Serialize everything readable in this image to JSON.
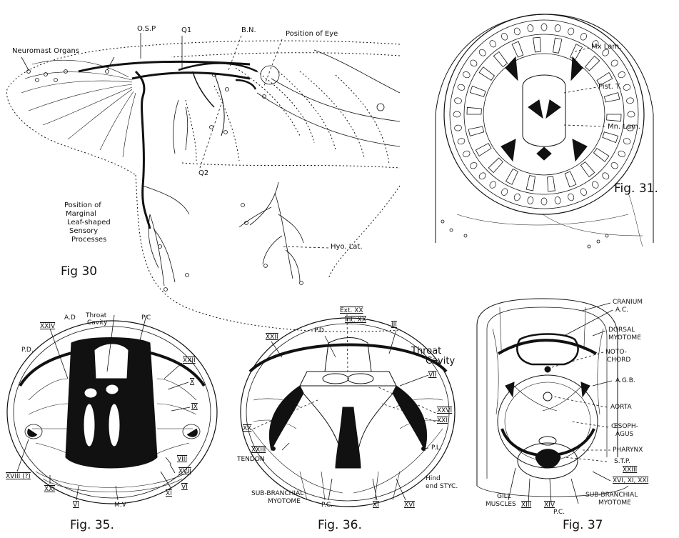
{
  "figures": {
    "fig30": {
      "caption": "Fig 30",
      "labels": {
        "neuromast": "Neuromast Organs",
        "osp": "O.S.P",
        "q1": "Q1",
        "bn": "B.N.",
        "eye": "Position of Eye",
        "q2": "Q2",
        "marginal_1": "Position of",
        "marginal_2": "Marginal",
        "marginal_3": "Leaf-shaped",
        "marginal_4": "Sensory",
        "marginal_5": "Processes",
        "hyo": "Hyo. Lat."
      }
    },
    "fig31": {
      "caption": "Fig. 31.",
      "labels": {
        "mx": "Mx Lam.",
        "pist": "Pist. T.",
        "mn": "Mn. Lam."
      }
    },
    "fig35": {
      "caption": "Fig. 35.",
      "labels": {
        "pd": "P.D.",
        "xxiv": "XXIV",
        "ad": "A.D",
        "throat1": "Throat",
        "throat2": "Cavity",
        "pc": "P.C",
        "xxii": "XXII",
        "x": "X",
        "ix": "IX",
        "viii": "VIII",
        "xvii": "XVII",
        "vi_r": "VI",
        "xi": "XI",
        "mv": "M.V",
        "vi_b": "VI",
        "xxi": "XXI",
        "xviii": "XVIII (?)"
      }
    },
    "fig36": {
      "caption": "Fig. 36.",
      "labels": {
        "ext": "Ext. XX",
        "int": "Int. XX",
        "xxii": "XXII",
        "pd": "P.D.",
        "iii": "III",
        "throat1": "Throat",
        "throat2": "Cavity",
        "vii": "VII",
        "xxvi": "XXVI",
        "xxi": "XXI",
        "xx": "XX",
        "xxiii": "XXIII",
        "tendon": "TENDON",
        "pl": "P.L.",
        "hind1": "Hind",
        "hind2": "end STYC.",
        "sub1": "SUB-BRANCHIAL",
        "sub2": "MYOTOME",
        "pc": "P.C.",
        "xi": "XI",
        "xvi": "XVI"
      }
    },
    "fig37": {
      "caption": "Fig. 37",
      "labels": {
        "cranium": "CRANIUM",
        "ac": "A.C.",
        "dorsal1": "DORSAL",
        "dorsal2": "MYOTOME",
        "noto1": "NOTO-",
        "noto2": "CHORD",
        "agb": "A.G.B.",
        "aorta": "AORTA",
        "oes1": "ŒSOPH-",
        "oes2": "AGUS",
        "phar": "PHARYNX",
        "stp": "S.T.P.",
        "xxiii": "XXIII",
        "xvi": "XVI, XI, XXI",
        "gill1": "GILL",
        "gill2": "MUSCLES",
        "xiii": "XIII",
        "xiv": "XIV",
        "pc": "P.C.",
        "sub1": "SUB-BRANCHIAL",
        "sub2": "MYOTOME"
      }
    }
  }
}
